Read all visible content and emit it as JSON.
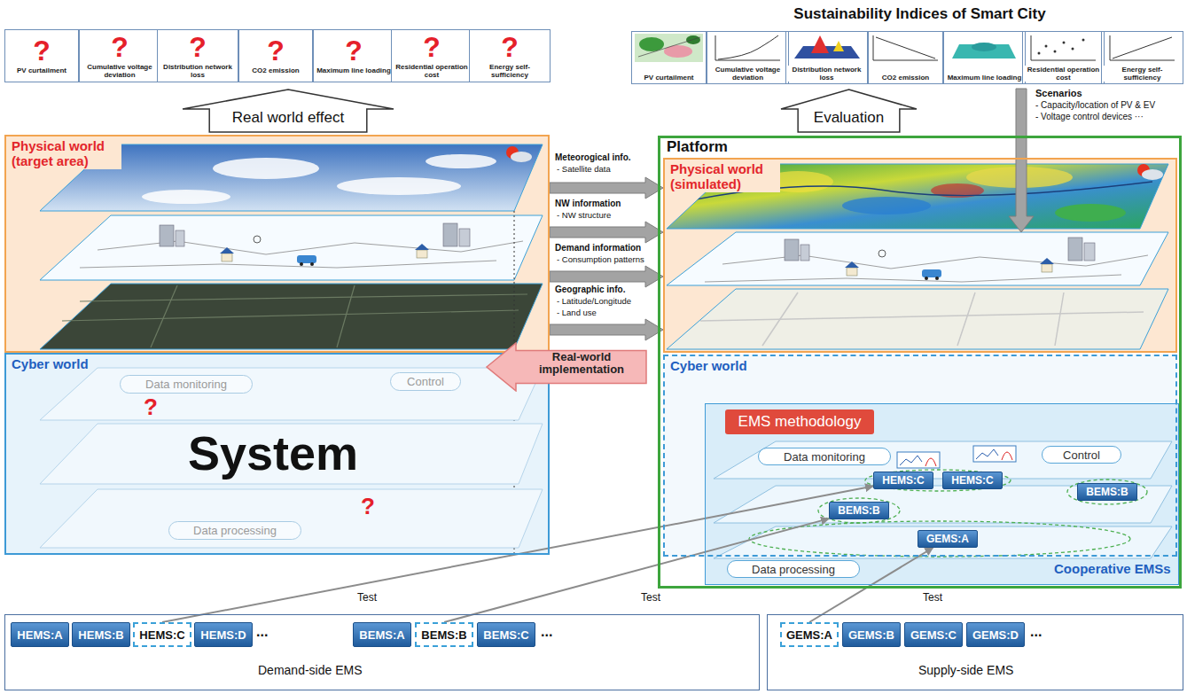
{
  "diagram": {
    "nodes": [
      {
        "text": [
          "?",
          "PV curtailment"
        ]
      },
      {
        "text": [
          "?",
          "Cumulative voltage deviation"
        ]
      },
      {
        "text": [
          "?",
          "Distribution network loss"
        ]
      },
      {
        "text": [
          "?",
          "CO2 emission"
        ]
      },
      {
        "text": [
          "?",
          "Maximum line loading"
        ]
      },
      {
        "text": [
          "?",
          "Residential operation cost"
        ]
      },
      {
        "text": [
          "?",
          "Energy self-sufficiency"
        ]
      },
      {
        "text": [
          "PV curtailment"
        ]
      },
      {
        "text": [
          "Cumulative voltage deviation"
        ]
      },
      {
        "text": [
          "Distribution network loss"
        ]
      },
      {
        "text": [
          "CO2 emission"
        ]
      },
      {
        "text": [
          "Maximum line loading"
        ]
      },
      {
        "text": [
          "Residential operation cost"
        ]
      },
      {
        "text": [
          "Energy self-sufficiency"
        ]
      },
      {
        "text": [
          "Real world effect"
        ]
      },
      {
        "text": [
          "Evaluation"
        ]
      },
      {
        "text": [
          "Physical world (target area)"
        ]
      },
      {
        "text": [
          "Cyber world",
          "?",
          "System",
          "?"
        ]
      },
      {
        "text": [
          "Data monitoring"
        ],
        "in": 17
      },
      {
        "text": [
          "Control"
        ],
        "in": 17
      },
      {
        "text": [
          "Data processing"
        ],
        "in": 17
      },
      {
        "text": [
          "Real-world implementation"
        ]
      },
      {
        "text": [
          "Platform"
        ]
      },
      {
        "text": [
          "Physical world (simulated)"
        ],
        "in": 22
      },
      {
        "text": [
          "Cyber world"
        ],
        "in": 22
      },
      {
        "text": [
          "Cooperative EMSs"
        ],
        "in": 22
      },
      {
        "text": [
          "EMS methodology"
        ],
        "in": 25
      },
      {
        "text": [
          "Data monitoring"
        ],
        "in": 25
      },
      {
        "text": [
          "Control"
        ],
        "in": 25
      },
      {
        "text": [
          "HEMS:C"
        ],
        "in": 25
      },
      {
        "text": [
          "HEMS:C"
        ],
        "in": 25
      },
      {
        "text": [
          "BEMS:B"
        ],
        "in": 25
      },
      {
        "text": [
          "BEMS:B"
        ],
        "in": 25
      },
      {
        "text": [
          "GEMS:A"
        ],
        "in": 25
      },
      {
        "text": [
          "Data processing"
        ],
        "in": 25
      },
      {
        "text": [
          "Demand-side EMS",
          "...",
          "..."
        ]
      },
      {
        "text": [
          "HEMS:A"
        ],
        "in": 35
      },
      {
        "text": [
          "HEMS:B"
        ],
        "in": 35
      },
      {
        "text": [
          "HEMS:C"
        ],
        "in": 35
      },
      {
        "text": [
          "HEMS:D"
        ],
        "in": 35
      },
      {
        "text": [
          "BEMS:A"
        ],
        "in": 35
      },
      {
        "text": [
          "BEMS:B"
        ],
        "in": 35
      },
      {
        "text": [
          "BEMS:C"
        ],
        "in": 35
      },
      {
        "text": [
          "Supply-side EMS",
          "..."
        ]
      },
      {
        "text": [
          "GEMS:A"
        ],
        "in": 43
      },
      {
        "text": [
          "GEMS:B"
        ],
        "in": 43
      },
      {
        "text": [
          "GEMS:C"
        ],
        "in": 43
      },
      {
        "text": [
          "GEMS:D"
        ],
        "in": 43
      }
    ],
    "edges": [
      {
        "from": 16,
        "to": 23,
        "arrow": "to"
      },
      {
        "from": 16,
        "to": 23,
        "arrow": "to"
      },
      {
        "from": 16,
        "to": 23,
        "arrow": "to"
      },
      {
        "from": 16,
        "to": 23,
        "arrow": "to"
      },
      {
        "from": 38,
        "to": 29,
        "arrow": "to"
      },
      {
        "from": 41,
        "to": 31,
        "arrow": "to"
      },
      {
        "from": 44,
        "to": 33,
        "arrow": "to"
      }
    ],
    "labels": [
      "Sustainability Indices of Smart City",
      "Meteorogical info.",
      "- Satellite data",
      "NW information",
      "- NW structure",
      "Demand information",
      "- Consumption patterns",
      "Geographic info.",
      "- Latitude/Longitude",
      "- Land use",
      "Scenarios",
      "- Capacity/location of PV & EV",
      "- Voltage control devices ···",
      "Test",
      "Test",
      "Test"
    ]
  }
}
